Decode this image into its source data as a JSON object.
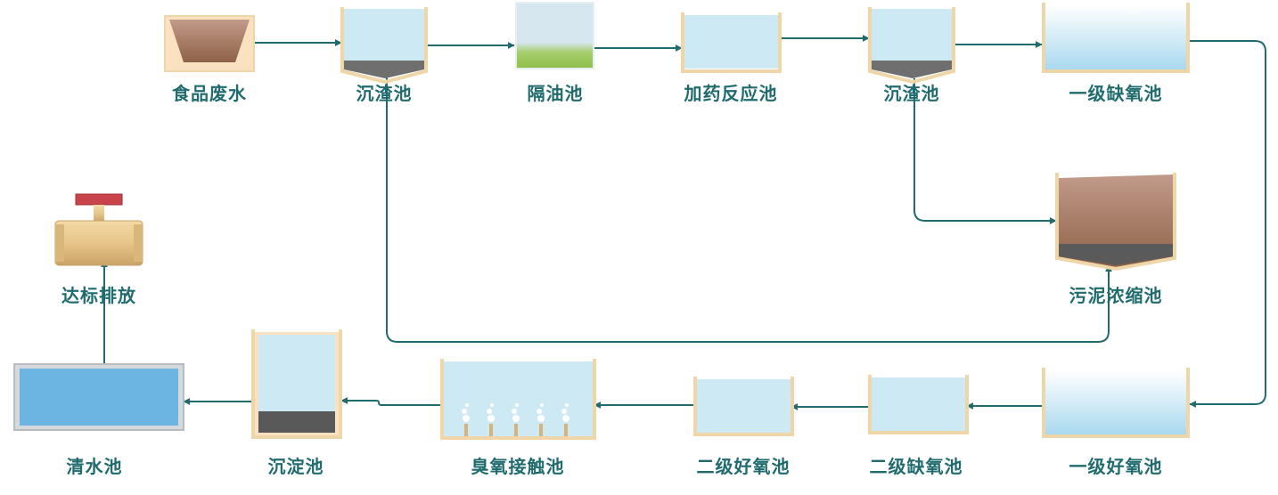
{
  "nodes": {
    "food_wastewater": "食品废水",
    "slag_tank_1": "沉渣池",
    "oil_separator": "隔油池",
    "dosing_reaction": "加药反应池",
    "slag_tank_2": "沉渣池",
    "anoxic_1": "一级缺氧池",
    "sludge_thickener": "污泥浓缩池",
    "discharge": "达标排放",
    "aerobic_1": "一级好氧池",
    "anoxic_2": "二级缺氧池",
    "aerobic_2": "二级好氧池",
    "ozone_contact": "臭氧接触池",
    "sedimentation": "沉淀池",
    "clear_water": "清水池"
  },
  "colors": {
    "flow_line": "#1f6b6e",
    "label": "#1f6b6e",
    "tank_frame": "#efd6a8",
    "water": "#cde9f4",
    "sludge": "#5a5a5a",
    "clear_water": "#6cb4e2",
    "valve_handle": "#c8434a"
  }
}
